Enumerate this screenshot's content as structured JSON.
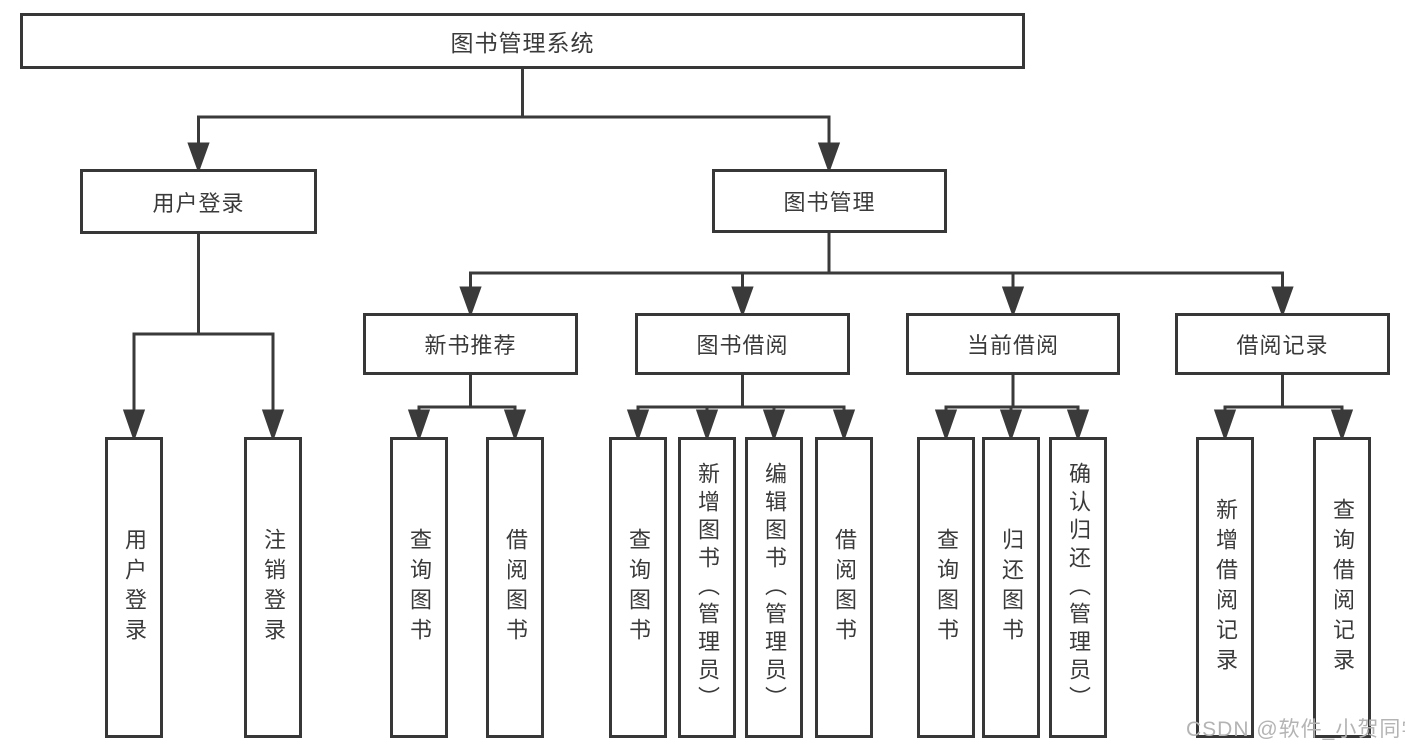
{
  "tree": {
    "root": {
      "label": "图书管理系统",
      "children": [
        {
          "label": "用户登录",
          "children": [
            {
              "label": "用户登录"
            },
            {
              "label": "注销登录"
            }
          ]
        },
        {
          "label": "图书管理",
          "children": [
            {
              "label": "新书推荐",
              "children": [
                {
                  "label": "查询图书"
                },
                {
                  "label": "借阅图书"
                }
              ]
            },
            {
              "label": "图书借阅",
              "children": [
                {
                  "label": "查询图书"
                },
                {
                  "label": "新增图书（管理员）"
                },
                {
                  "label": "编辑图书（管理员）"
                },
                {
                  "label": "借阅图书"
                }
              ]
            },
            {
              "label": "当前借阅",
              "children": [
                {
                  "label": "查询图书"
                },
                {
                  "label": "归还图书"
                },
                {
                  "label": "确认归还（管理员）"
                }
              ]
            },
            {
              "label": "借阅记录",
              "children": [
                {
                  "label": "新增借阅记录"
                },
                {
                  "label": "查询借阅记录"
                }
              ]
            }
          ]
        }
      ]
    }
  },
  "colors": {
    "line": "#3a3a3a",
    "border": "#373737",
    "text": "#3a3a3a",
    "watermark": "#b4b4b4",
    "background": "#ffffff"
  },
  "watermark": {
    "text": "CSDN @软件_小贺同学"
  }
}
